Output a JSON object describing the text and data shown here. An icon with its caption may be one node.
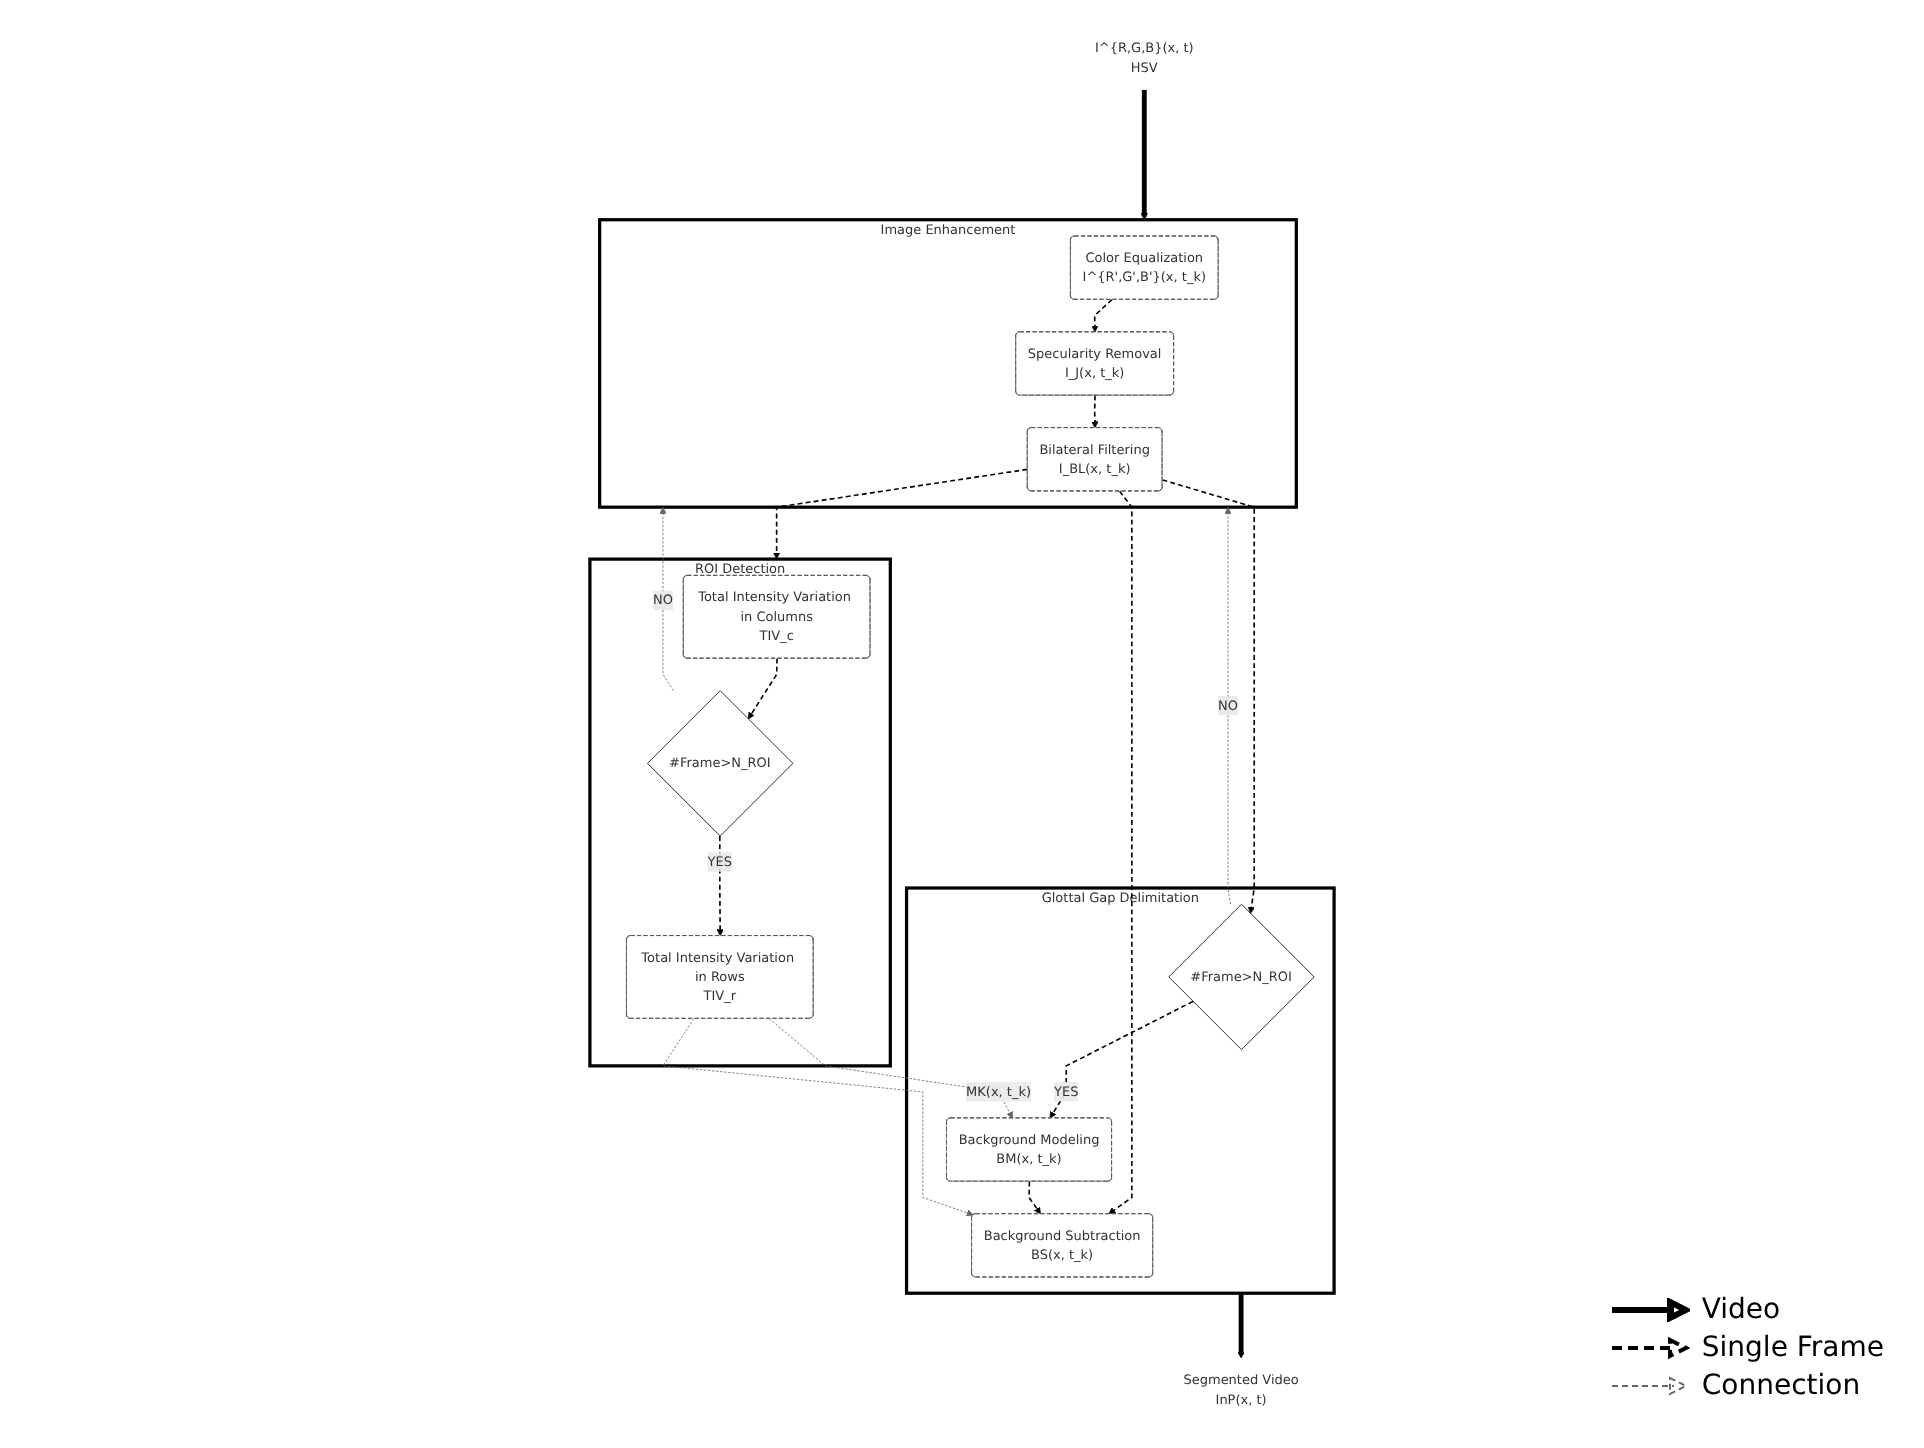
{
  "diagram": {
    "nodes": [
      {
        "text": [
          "I^{R,G,B}(x, t)",
          "HSV"
        ]
      },
      {
        "text": [
          "Image Enhancement"
        ]
      },
      {
        "text": [
          "Color Equalization",
          "I^{R',G',B'}(x, t_k)"
        ],
        "in": 1
      },
      {
        "text": [
          "Specularity Removal",
          "I_J(x, t_k)"
        ],
        "in": 1
      },
      {
        "text": [
          "Bilateral Filtering",
          "I_BL(x, t_k)"
        ],
        "in": 1
      },
      {
        "text": [
          "ROI Detection"
        ]
      },
      {
        "text": [
          "Total Intensity Variation in Columns",
          "TIV_c"
        ],
        "in": 5
      },
      {
        "text": [
          "#Frame>N_ROI"
        ],
        "in": 5
      },
      {
        "text": [
          "Total Intensity Variation in Rows",
          "TIV_r"
        ],
        "in": 5
      },
      {
        "text": [
          "Glottal Gap Delimitation"
        ]
      },
      {
        "text": [
          "#Frame>N_ROI"
        ],
        "in": 9
      },
      {
        "text": [
          "Background Modeling",
          "BM(x, t_k)"
        ],
        "in": 9
      },
      {
        "text": [
          "Background Subtraction",
          "BS(x, t_k)"
        ],
        "in": 9
      },
      {
        "text": [
          "Segmented Video",
          "InP(x, t)"
        ]
      }
    ],
    "edges": [
      {
        "from": 0,
        "to": 1,
        "arrow": "to",
        "style": "thick"
      },
      {
        "from": 2,
        "to": 3,
        "arrow": "to",
        "style": "dashed"
      },
      {
        "from": 3,
        "to": 4,
        "arrow": "to",
        "style": "dashed"
      },
      {
        "from": 4,
        "to": 5,
        "arrow": "to",
        "style": "dashed"
      },
      {
        "from": 4,
        "to": 10,
        "arrow": "to",
        "style": "dashed"
      },
      {
        "from": 4,
        "to": 12,
        "arrow": "to",
        "style": "dashed"
      },
      {
        "from": 6,
        "to": 7,
        "arrow": "to",
        "style": "dashed"
      },
      {
        "from": 7,
        "to": 8,
        "label": "YES",
        "arrow": "to",
        "style": "dashed"
      },
      {
        "from": 7,
        "to": 1,
        "label": "NO",
        "arrow": "to",
        "style": "dashed",
        "color": "#666666"
      },
      {
        "from": 10,
        "to": 1,
        "label": "NO",
        "arrow": "to",
        "style": "dashed",
        "color": "#666666"
      },
      {
        "from": 10,
        "to": 11,
        "label": "YES",
        "arrow": "to",
        "style": "dashed"
      },
      {
        "from": 11,
        "to": 12,
        "arrow": "to",
        "style": "dashed"
      },
      {
        "from": 8,
        "to": 11,
        "label": "MK(x, t_k)",
        "arrow": "to",
        "style": "dashed",
        "color": "#666666"
      },
      {
        "from": 8,
        "to": 12,
        "arrow": "to",
        "style": "dashed",
        "color": "#666666"
      },
      {
        "from": 9,
        "to": 13,
        "arrow": "to",
        "style": "thick"
      }
    ],
    "legend": [
      {
        "text": "Video"
      },
      {
        "text": "Single Frame"
      },
      {
        "text": "Connection"
      }
    ]
  }
}
